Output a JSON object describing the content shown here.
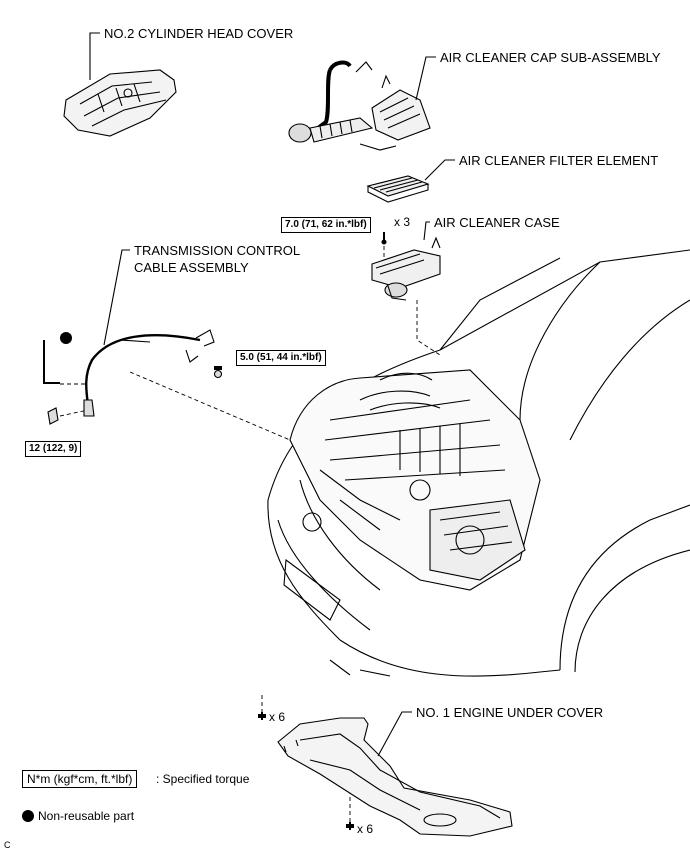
{
  "labels": {
    "head_cover": "NO.2 CYLINDER HEAD COVER",
    "cap_sub": "AIR CLEANER CAP SUB-ASSEMBLY",
    "filter": "AIR CLEANER FILTER ELEMENT",
    "case": "AIR CLEANER CASE",
    "trans_line1": "TRANSMISSION CONTROL",
    "trans_line2": "CABLE ASSEMBLY",
    "under_cover": "NO. 1 ENGINE UNDER COVER"
  },
  "torques": {
    "case_bolt": "7.0 (71, 62 in.*lbf)",
    "cable_bolt": "5.0 (51, 44 in.*lbf)",
    "cable_nut": "12 (122, 9)"
  },
  "counts": {
    "case_bolts": "x 3",
    "cover_top": "x 6",
    "cover_bottom": "x 6"
  },
  "legend": {
    "torque_box": "N*m (kgf*cm, ft.*lbf)",
    "torque_desc": ": Specified torque",
    "nonreusable": "Non-reusable part"
  },
  "corner_mark": "C"
}
